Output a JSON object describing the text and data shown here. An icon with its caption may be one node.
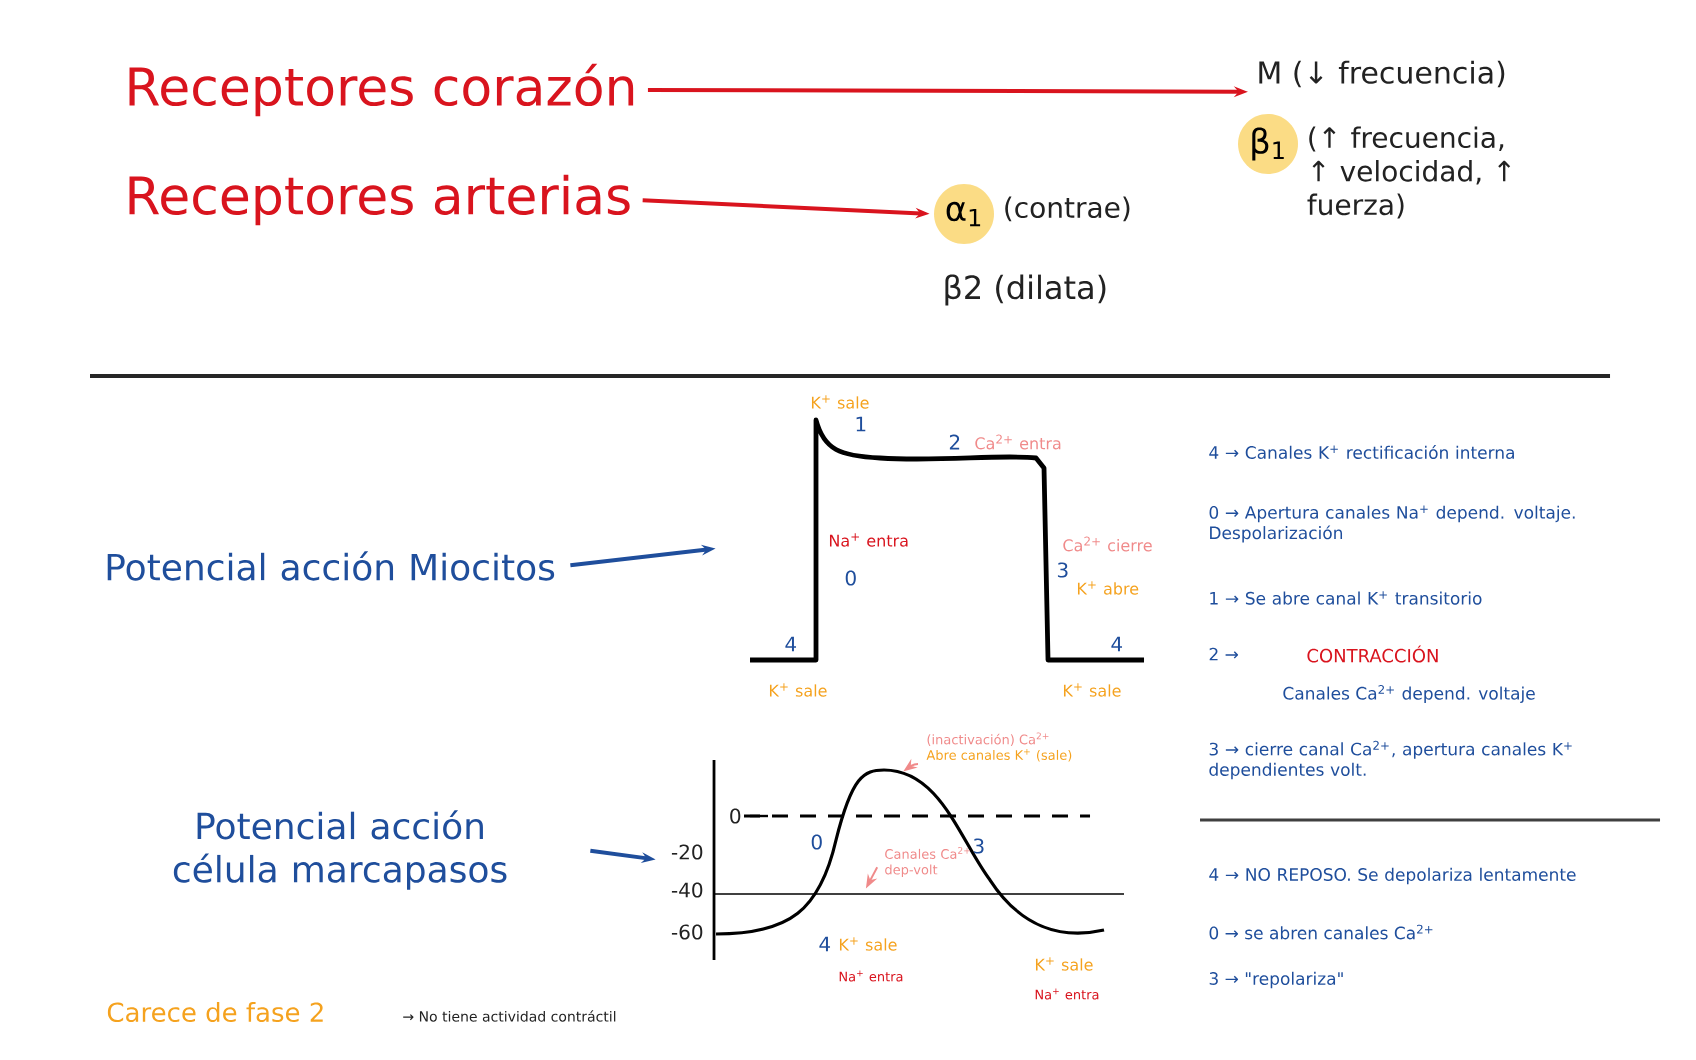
{
  "diagram": {
    "nodes": [
      {
        "text": [
          "Receptores corazón"
        ]
      },
      {
        "text": [
          "Receptores arterias"
        ]
      },
      {
        "text": [
          "M (↓ frecuencia)"
        ]
      },
      {
        "text": [
          "β$_{1}$"
        ],
        "beside": [
          "(↑ frecuencia, ↑ velocidad, ↑ fuerza)"
        ]
      },
      {
        "text": [
          "α$_{1}$"
        ],
        "beside": [
          "(contrae)"
        ]
      },
      {
        "text": [
          "Potencial acción Miocitos"
        ]
      },
      {
        "text": [],
        "shape": "picture"
      },
      {
        "text": [
          "Potencial acción célula marcapasos"
        ]
      },
      {
        "text": [],
        "shape": "picture"
      },
      {
        "text": [
          "(inactivación) Ca$^{2+}$",
          "Abre canales K$^{+}$ (sale)"
        ]
      },
      {
        "text": [
          "Canales Ca$^{2+}$ dep-volt"
        ],
        "in": 8
      }
    ],
    "edges": [
      {
        "from": 0,
        "to": 2,
        "arrow": "to",
        "color": "#d9141e"
      },
      {
        "from": 1,
        "to": 4,
        "arrow": "to",
        "color": "#d9141e"
      },
      {
        "from": 5,
        "to": 6,
        "arrow": "to",
        "color": "#1f4e9c"
      },
      {
        "from": 7,
        "to": 8,
        "arrow": "to",
        "color": "#1f4e9c"
      },
      {
        "from": 9,
        "to": null,
        "arrow": "to",
        "color": "#f08a8a"
      },
      {
        "from": 10,
        "to": null,
        "arrow": "to",
        "color": "#f08a8a"
      }
    ],
    "labels": [
      "β2 (dilata)",
      "K$^{+}$ sale",
      "1",
      "2",
      "Ca$^{2+}$ entra",
      "Na$^{+}$ entra",
      "0",
      "4",
      "K$^{+}$ sale",
      "Ca$^{2+}$ cierre",
      "3",
      "K$^{+}$ abre",
      "4",
      "K$^{+}$ sale",
      "0",
      "-20",
      "-40",
      "-60",
      "0",
      "3",
      "4",
      "K$^{+}$ sale",
      "Na$^{+}$ entra",
      "K$^{+}$ sale",
      "Na$^{+}$ entra",
      "4 → Canales K$^{+}$ rectificación interna",
      "0 → Apertura canales Na$^{+}$ depend. voltaje. Despolarización",
      "1 → Se abre canal K$^{+}$ transitorio",
      "2 →",
      "CONTRACCIÓN",
      "Canales Ca$^{2+}$ depend. voltaje",
      "3 → cierre canal Ca$^{2+}$, apertura canales K$^{+}$ dependientes volt.",
      "4 → NO REPOSO. Se depolariza lentamente",
      "0 → se abren canales Ca$^{2+}$",
      "3 → \"repolariza\"",
      "Carece de fase 2",
      "→ No tiene actividad contráctil"
    ]
  }
}
